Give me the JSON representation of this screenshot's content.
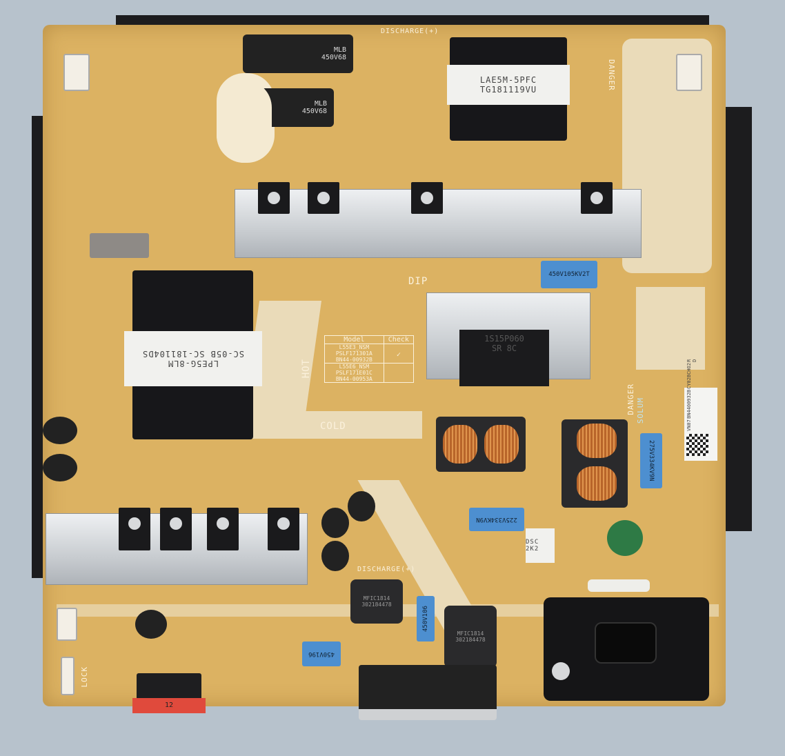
{
  "pfc_transformer": {
    "part": "LAE5M-5PFC",
    "code": "TG181119VU"
  },
  "main_transformer": {
    "part": "LPE5G-8LM",
    "code": "SC-05B SC-181104DS"
  },
  "bulk_capacitors": [
    {
      "brand": "MLB",
      "rating": "450V68"
    },
    {
      "brand": "MLB",
      "rating": "450V68"
    }
  ],
  "silkscreen": {
    "danger_top": "DANGER",
    "danger_mid": "DANGER",
    "hot": "HOT",
    "cold": "COLD",
    "discharge_top": "DISCHARGE(+)",
    "discharge_bottom": "DISCHARGE(+)",
    "dip": "DIP",
    "lock": "LOCK",
    "brand": "SOLUM",
    "connector_pin": "12"
  },
  "model_table": {
    "headers": [
      "Model",
      "Check"
    ],
    "rows": [
      {
        "model": "L55E3_NSM",
        "code": "PSLF171301A",
        "part": "BN44-00932B",
        "check": "✓"
      },
      {
        "model": "L55E6_NSM",
        "code": "PSLF171E01C",
        "part": "BN44-00953A",
        "check": ""
      }
    ]
  },
  "bridge_rectifier": {
    "part": "1S15P060",
    "mark": "SR 8C"
  },
  "film_capacitors": [
    "450V105KV2T",
    "275V334KV9N",
    "225V334KV9N",
    "450V106",
    "450V196"
  ],
  "inductors": [
    {
      "part": "MFIC1814",
      "code": "302184478"
    },
    {
      "part": "MFIC1814",
      "code": "302184478"
    }
  ],
  "ceramic_cap": "DSC 2K2",
  "sticker": {
    "line1": "VN07",
    "line2": "BN4400932B",
    "line3": "CY02BCHO2",
    "line4": "R D"
  },
  "colors": {
    "pcb": "#dcb262",
    "isolation": "#eadbb9",
    "background": "#b7c2cc"
  }
}
